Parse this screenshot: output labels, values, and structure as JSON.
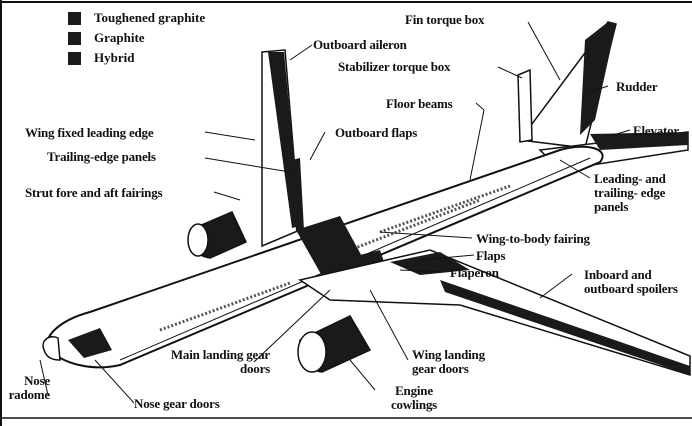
{
  "legend": [
    {
      "label": "Toughened graphite"
    },
    {
      "label": "Graphite"
    },
    {
      "label": "Hybrid"
    }
  ],
  "labels": {
    "fin_torque_box": "Fin torque box",
    "outboard_aileron": "Outboard aileron",
    "stabilizer_torque_box": "Stabilizer torque box",
    "rudder": "Rudder",
    "floor_beams": "Floor beams",
    "elevator": "Elevator",
    "wing_fixed_leading_edge": "Wing fixed leading edge",
    "outboard_flaps": "Outboard flaps",
    "trailing_edge_panels": "Trailing-edge panels",
    "leading_trailing_edge_panels": "Leading- and trailing- edge panels",
    "strut_fairings": "Strut fore and aft fairings",
    "wing_to_body_fairing": "Wing-to-body fairing",
    "flaps": "Flaps",
    "flaperon": "Flaperon",
    "inboard_outboard_spoilers": "Inboard and outboard spoilers",
    "main_landing_gear_doors": "Main landing gear doors",
    "wing_landing_gear_doors": "Wing landing gear doors",
    "engine_cowlings": "Engine cowlings",
    "nose_radome": "Nose radome",
    "nose_gear_doors": "Nose gear doors"
  },
  "colors": {
    "ink": "#111111",
    "composite": "#1a1a1a",
    "background": "#ffffff"
  }
}
